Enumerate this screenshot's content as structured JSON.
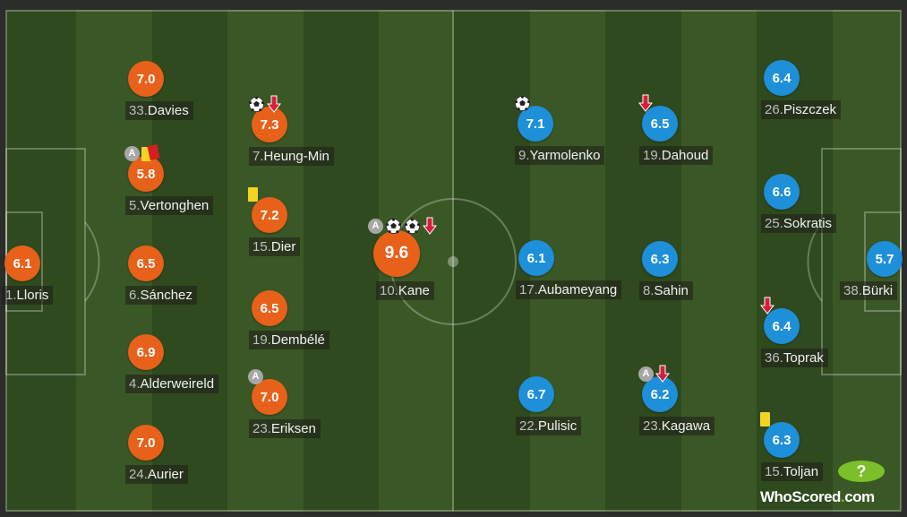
{
  "brand": {
    "part1": "WhoScored",
    "dot": ".",
    "part2": "com"
  },
  "colors": {
    "home": "#e8611a",
    "away": "#1e8fd9",
    "pitch_dark": "#2f4a1e",
    "pitch_light": "#3a5825"
  },
  "players": [
    {
      "rating": "7.0",
      "num": "33.",
      "name": "Davies",
      "team": "home",
      "icons": []
    },
    {
      "rating": "5.8",
      "num": "5.",
      "name": "Vertonghen",
      "team": "home",
      "icons": [
        "captain",
        "yellow-red-card"
      ]
    },
    {
      "rating": "6.1",
      "num": "1.",
      "name": "Lloris",
      "team": "home",
      "icons": []
    },
    {
      "rating": "6.5",
      "num": "6.",
      "name": "Sánchez",
      "team": "home",
      "icons": []
    },
    {
      "rating": "6.9",
      "num": "4.",
      "name": "Alderweireld",
      "team": "home",
      "icons": []
    },
    {
      "rating": "7.0",
      "num": "24.",
      "name": "Aurier",
      "team": "home",
      "icons": []
    },
    {
      "rating": "7.3",
      "num": "7.",
      "name": "Heung-Min",
      "team": "home",
      "icons": [
        "goal",
        "sub-off"
      ]
    },
    {
      "rating": "7.2",
      "num": "15.",
      "name": "Dier",
      "team": "home",
      "icons": [
        "yellow-card"
      ]
    },
    {
      "rating": "6.5",
      "num": "19.",
      "name": "Dembélé",
      "team": "home",
      "icons": []
    },
    {
      "rating": "7.0",
      "num": "23.",
      "name": "Eriksen",
      "team": "home",
      "icons": [
        "assist"
      ]
    },
    {
      "rating": "9.6",
      "num": "10.",
      "name": "Kane",
      "team": "home",
      "icons": [
        "assist",
        "goal",
        "goal",
        "sub-off"
      ],
      "big": true
    },
    {
      "rating": "7.1",
      "num": "9.",
      "name": "Yarmolenko",
      "team": "away",
      "icons": [
        "goal"
      ]
    },
    {
      "rating": "6.1",
      "num": "17.",
      "name": "Aubameyang",
      "team": "away",
      "icons": []
    },
    {
      "rating": "6.7",
      "num": "22.",
      "name": "Pulisic",
      "team": "away",
      "icons": []
    },
    {
      "rating": "6.5",
      "num": "19.",
      "name": "Dahoud",
      "team": "away",
      "icons": [
        "sub-off"
      ]
    },
    {
      "rating": "6.3",
      "num": "8.",
      "name": "Sahin",
      "team": "away",
      "icons": []
    },
    {
      "rating": "6.2",
      "num": "23.",
      "name": "Kagawa",
      "team": "away",
      "icons": [
        "assist",
        "sub-off"
      ]
    },
    {
      "rating": "6.4",
      "num": "26.",
      "name": "Piszczek",
      "team": "away",
      "icons": []
    },
    {
      "rating": "6.6",
      "num": "25.",
      "name": "Sokratis",
      "team": "away",
      "icons": []
    },
    {
      "rating": "6.4",
      "num": "36.",
      "name": "Toprak",
      "team": "away",
      "icons": [
        "sub-off"
      ]
    },
    {
      "rating": "6.3",
      "num": "15.",
      "name": "Toljan",
      "team": "away",
      "icons": [
        "yellow-card"
      ]
    },
    {
      "rating": "5.7",
      "num": "38.",
      "name": "Bürki",
      "team": "away",
      "icons": []
    }
  ]
}
